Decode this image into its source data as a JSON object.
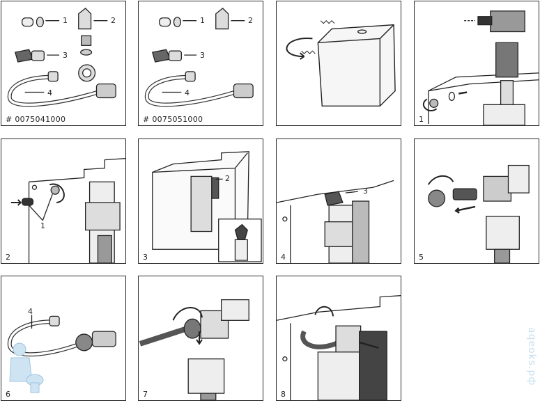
{
  "panels": [
    {
      "id": "parts-a",
      "part_number": "# 0075041000",
      "callouts": [
        "1",
        "2",
        "3",
        "4"
      ]
    },
    {
      "id": "parts-b",
      "part_number": "# 0075051000",
      "callouts": [
        "1",
        "2",
        "3",
        "4"
      ]
    },
    {
      "id": "cistern"
    },
    {
      "id": "step-1",
      "step": "1"
    },
    {
      "id": "step-2",
      "step": "2",
      "callouts": [
        "1"
      ]
    },
    {
      "id": "step-3",
      "step": "3",
      "callouts": [
        "2"
      ]
    },
    {
      "id": "step-4",
      "step": "4",
      "callouts": [
        "3"
      ]
    },
    {
      "id": "step-5",
      "step": "5"
    },
    {
      "id": "step-6",
      "step": "6",
      "callouts": [
        "4"
      ]
    },
    {
      "id": "step-7",
      "step": "7"
    },
    {
      "id": "step-8",
      "step": "8"
    }
  ],
  "watermark": "aqeoks.pф",
  "colors": {
    "line": "#2a2a2a",
    "dark_part": "#555555",
    "watermark": "#c6dff0"
  }
}
